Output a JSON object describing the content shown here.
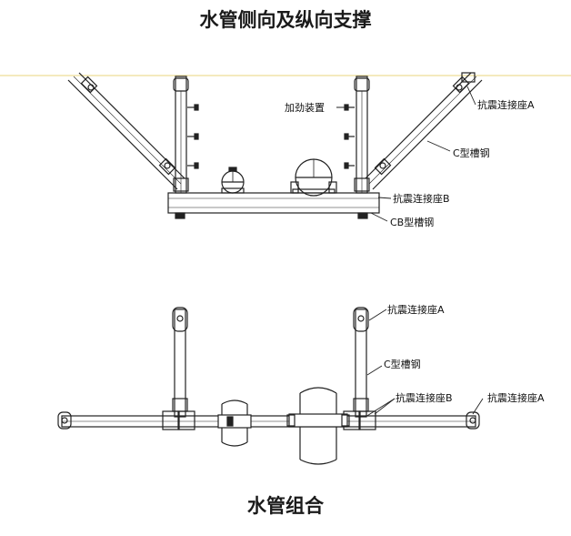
{
  "titles": {
    "top": "水管侧向及纵向支撑",
    "bottom": "水管组合"
  },
  "top_view": {
    "label_reinforce": "加劲装置",
    "label_connector_a": "抗震连接座A",
    "label_c_channel": "C型槽钢",
    "label_connector_b": "抗震连接座B",
    "label_cb_channel": "CB型槽钢"
  },
  "bottom_view": {
    "label_connector_a_left": "抗震连接座A",
    "label_c_channel": "C型槽钢",
    "label_connector_b": "抗震连接座B",
    "label_connector_a_right": "抗震连接座A"
  },
  "colors": {
    "ceiling_line": "#f1e3a8",
    "stroke": "#222222"
  }
}
